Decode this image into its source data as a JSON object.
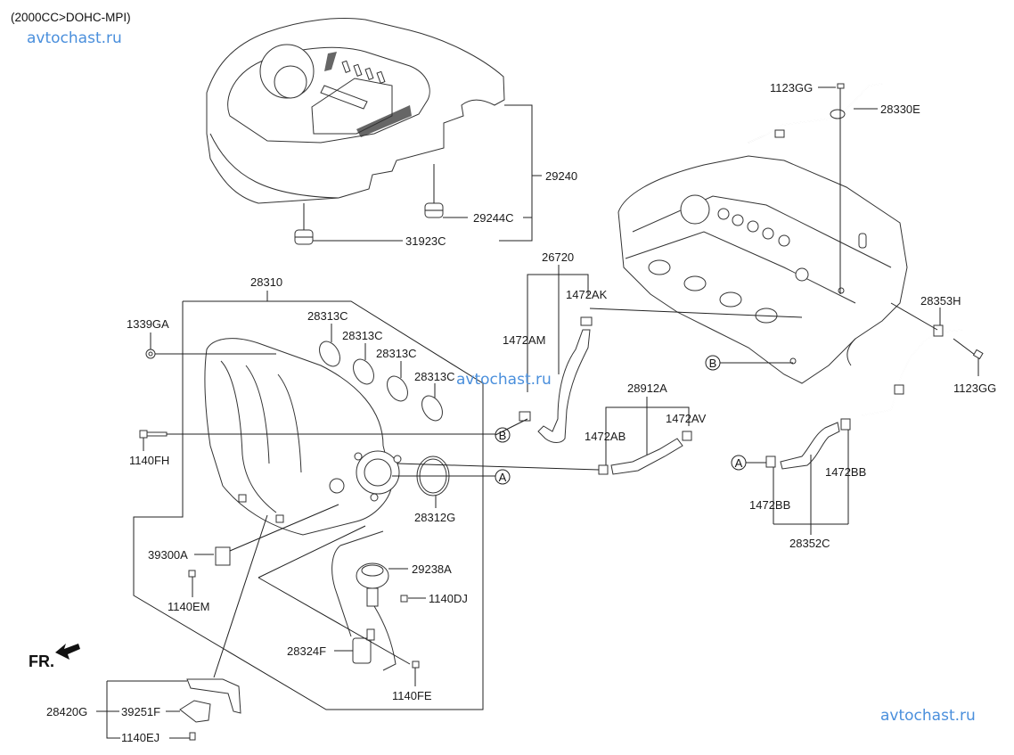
{
  "header": {
    "engine_spec": "(2000CC>DOHC-MPI)",
    "watermark_top": "avtochast.ru",
    "watermark_mid": "avtochast.ru",
    "watermark_bottom": "avtochast.ru"
  },
  "orientation": {
    "label": "FR.",
    "icon": "front-direction-arrow-icon"
  },
  "callouts": {
    "A": "A",
    "B": "B"
  },
  "parts": {
    "engine_cover": "29240",
    "cover_grommet": "29244C",
    "cover_grommet_2": "31923C",
    "intake_manifold": "28310",
    "manifold_gasket_1": "28313C",
    "manifold_gasket_2": "28313C",
    "manifold_gasket_3": "28313C",
    "manifold_gasket_4": "28313C",
    "nut": "1339GA",
    "bolt_fh": "1140FH",
    "throttle_gasket": "28312G",
    "map_sensor": "39300A",
    "bolt_em": "1140EM",
    "actuator": "29238A",
    "bolt_dj": "1140DJ",
    "solenoid_valve": "28324F",
    "bolt_fe": "1140FE",
    "bracket_assy": "28420G",
    "bracket": "39251F",
    "bolt_ej": "1140EJ",
    "breather_hose": "26720",
    "clamp_ak": "1472AK",
    "clamp_am": "1472AM",
    "hose_assy": "28912A",
    "clamp_ab": "1472AB",
    "clamp_av": "1472AV",
    "bolt_gg_top": "1123GG",
    "pipe_e": "28330E",
    "pipe_h": "28353H",
    "bolt_gg_right": "1123GG",
    "clamp_bb_1": "1472BB",
    "clamp_bb_2": "1472BB",
    "hose_c": "28352C"
  }
}
